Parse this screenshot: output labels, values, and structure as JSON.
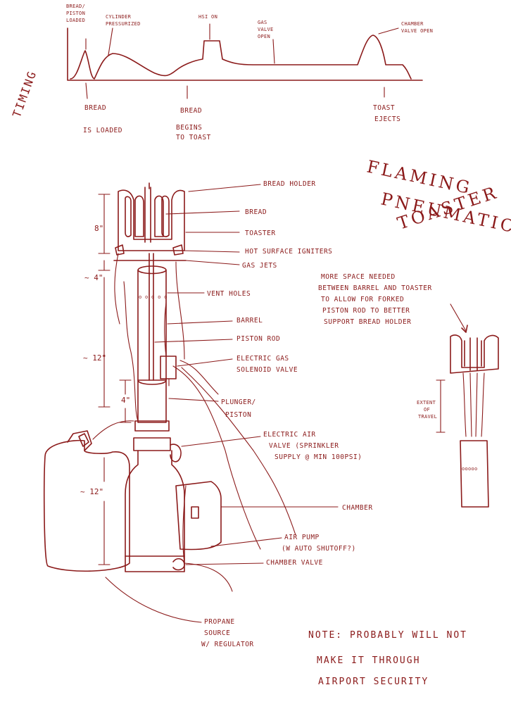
{
  "timing": {
    "axis_label": "TIMING",
    "events_top": {
      "bread_piston_1": "BREAD/",
      "bread_piston_2": "PISTON",
      "bread_piston_3": "LOADED",
      "cyl_1": "CYLINDER",
      "cyl_2": "PRESSURIZED",
      "hsi_on": "HSI ON",
      "gas_1": "GAS",
      "gas_2": "VALVE",
      "gas_3": "OPEN",
      "chamber_1": "CHAMBER",
      "chamber_2": "VALVE OPEN"
    },
    "events_bottom": {
      "loaded_1": "BREAD",
      "loaded_2": "IS LOADED",
      "toast_1": "BREAD",
      "toast_2": "BEGINS",
      "toast_3": "TO TOAST",
      "eject_1": "TOAST",
      "eject_2": "EJECTS"
    }
  },
  "title": {
    "line1": "FLAMING",
    "line2": "PNEUMATIC",
    "line3": "TOASTER"
  },
  "labels": {
    "bread_holder": "BREAD HOLDER",
    "bread": "BREAD",
    "toaster": "TOASTER",
    "hot_surface": "HOT SURFACE IGNITERS",
    "gas_jets": "GAS JETS",
    "vent_holes": "VENT HOLES",
    "barrel": "BARREL",
    "piston_rod": "PISTON ROD",
    "solenoid_1": "ELECTRIC GAS",
    "solenoid_2": "SOLENOID VALVE",
    "plunger_1": "PLUNGER/",
    "plunger_2": "PISTON",
    "air_valve_1": "ELECTRIC AIR",
    "air_valve_2": "VALVE (SPRINKLER",
    "air_valve_3": "SUPPLY @ MIN 100PSI)",
    "chamber": "CHAMBER",
    "air_pump_1": "AIR PUMP",
    "air_pump_2": "(W AUTO SHUTOFF?)",
    "chamber_valve": "CHAMBER VALVE",
    "propane_1": "PROPANE",
    "propane_2": "SOURCE",
    "propane_3": "W/ REGULATOR"
  },
  "dimensions": {
    "d_toaster": "8\"",
    "d_gap": "~ 4\"",
    "d_barrel": "~ 12\"",
    "d_plunger": "4\"",
    "d_chamber": "~ 12\""
  },
  "side_note": {
    "line1": "MORE SPACE NEEDED",
    "line2": "BETWEEN BARREL AND TOASTER",
    "line3": "TO ALLOW FOR FORKED",
    "line4": "PISTON ROD TO BETTER",
    "line5": "SUPPORT BREAD HOLDER",
    "extent_1": "EXTENT",
    "extent_2": "OF",
    "extent_3": "TRAVEL"
  },
  "footnote": {
    "line1": "NOTE: PROBABLY WILL NOT",
    "line2": "MAKE IT THROUGH",
    "line3": "AIRPORT SECURITY"
  }
}
